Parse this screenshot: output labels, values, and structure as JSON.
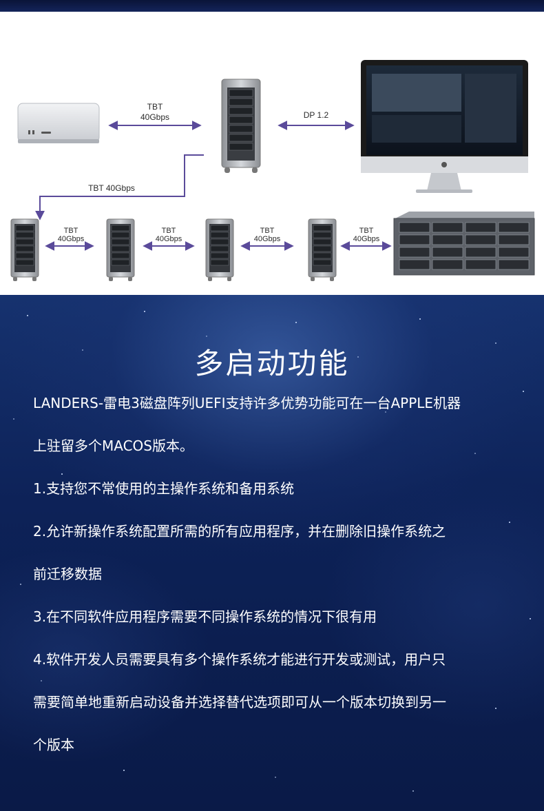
{
  "diagram": {
    "link_tbt_40": "TBT\n40Gbps",
    "link_dp": "DP 1.2",
    "link_tbt_40_single": "TBT 40Gbps",
    "chain_link_label_top": "TBT",
    "chain_link_label_bottom": "40Gbps"
  },
  "content": {
    "title": "多启动功能",
    "lines": [
      "LANDERS-雷电3磁盘阵列UEFI支持许多优势功能可在一台APPLE机器",
      "上驻留多个MACOS版本。",
      "1.支持您不常使用的主操作系统和备用系统",
      "2.允许新操作系统配置所需的所有应用程序，并在删除旧操作系统之",
      "前迁移数据",
      "3.在不同软件应用程序需要不同操作系统的情况下很有用",
      "4.软件开发人员需要具有多个操作系统才能进行开发或测试，用户只",
      "需要简单地重新启动设备并选择替代选项即可从一个版本切换到另一",
      "个版本"
    ]
  },
  "colors": {
    "arrow": "#5a4a9a",
    "panel_bg": "#ffffff",
    "lower_bg": "#0d2258",
    "text": "#ffffff"
  }
}
